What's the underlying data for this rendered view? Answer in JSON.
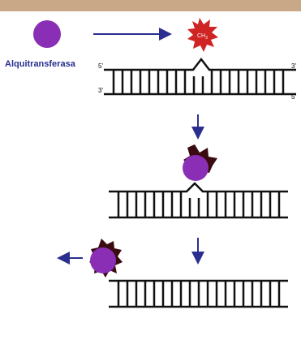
{
  "enzyme_label": "Alquitransferasa",
  "methyl_label": "CH",
  "methyl_subscript": "3",
  "strand_ends": {
    "top_left": "5'",
    "bottom_left": "3'",
    "top_right": "3'",
    "bottom_right": "5'"
  },
  "colors": {
    "enzyme": "#8a2fb5",
    "methyl": "#d02323",
    "arrow": "#2a2f8f",
    "dna": "#111111",
    "top_band": "#c9a887"
  }
}
